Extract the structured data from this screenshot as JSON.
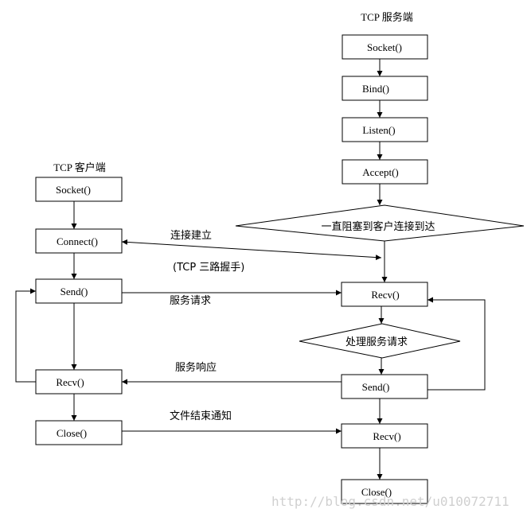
{
  "server": {
    "title": "TCP 服务端",
    "socket": "Socket()",
    "bind": "Bind()",
    "listen": "Listen()",
    "accept": "Accept()",
    "block_wait": "一直阻塞到客户连接到达",
    "recv": "Recv()",
    "process": "处理服务请求",
    "send": "Send()",
    "recv_end": "Recv()",
    "close": "Close()"
  },
  "client": {
    "title": "TCP 客户端",
    "socket": "Socket()",
    "connect": "Connect()",
    "send": "Send()",
    "recv": "Recv()",
    "close": "Close()"
  },
  "messages": {
    "connection_established": "连接建立",
    "three_way_handshake": "(TCP 三路握手)",
    "service_request": "服务请求",
    "service_response": "服务响应",
    "eof_notify": "文件结束通知"
  },
  "watermark": "http://blog.csdn.net/u010072711",
  "colors": {
    "stroke": "#000000",
    "text": "#000000",
    "watermark": "#d6d6d6"
  }
}
